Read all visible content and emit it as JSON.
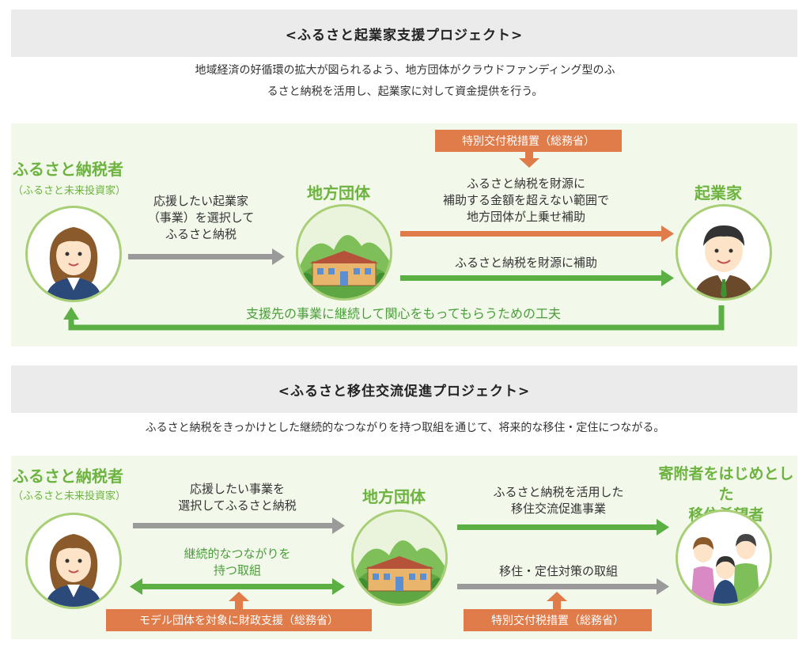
{
  "section1": {
    "heading": "<ふるさと起業家支援プロジェクト>",
    "desc_line1": "地域経済の好循環の拡大が図られるよう、地方団体がクラウドファンディング型のふ",
    "desc_line2": "るさと納税を活用し、起業家に対して資金提供を行う。",
    "donor_title": "ふるさと納税者",
    "donor_sub": "（ふるさと未来投資家）",
    "arrow1_line1": "応援したい起業家",
    "arrow1_line2": "（事業）を選択して",
    "arrow1_line3": "ふるさと納税",
    "local_gov": "地方団体",
    "top_label": "特別交付税措置（総務省）",
    "orange_line1": "ふるさと納税を財源に",
    "orange_line2": "補助する金額を超えない範囲で",
    "orange_line3": "地方団体が上乗せ補助",
    "green_arrow": "ふるさと納税を財源に補助",
    "entrepreneur": "起業家",
    "bottom_feedback": "支援先の事業に継続して関心をもってもらうための工夫"
  },
  "section2": {
    "heading": "<ふるさと移住交流促進プロジェクト>",
    "desc": "ふるさと納税をきっかけとした継続的なつながりを持つ取組を通じて、将来的な移住・定住につながる。",
    "donor_title": "ふるさと納税者",
    "donor_sub": "（ふるさと未来投資家）",
    "arrow1_line1": "応援したい事業を",
    "arrow1_line2": "選択してふるさと納税",
    "connection_line1": "継続的なつながりを",
    "connection_line2": "持つ取組",
    "local_gov": "地方団体",
    "green_line1": "ふるさと納税を活用した",
    "green_line2": "移住交流促進事業",
    "gray_arrow": "移住・定住対策の取組",
    "target_line1": "寄附者をはじめとした",
    "target_line2": "移住希望者",
    "left_label": "モデル団体を対象に財政支援（総務省）",
    "right_label": "特別交付税措置（総務省）"
  },
  "colors": {
    "green": "#5cb043",
    "orange": "#e07b4a",
    "gray": "#9a9a9a",
    "panel": "#f2f8ea",
    "heading_bg": "#ebebeb"
  }
}
